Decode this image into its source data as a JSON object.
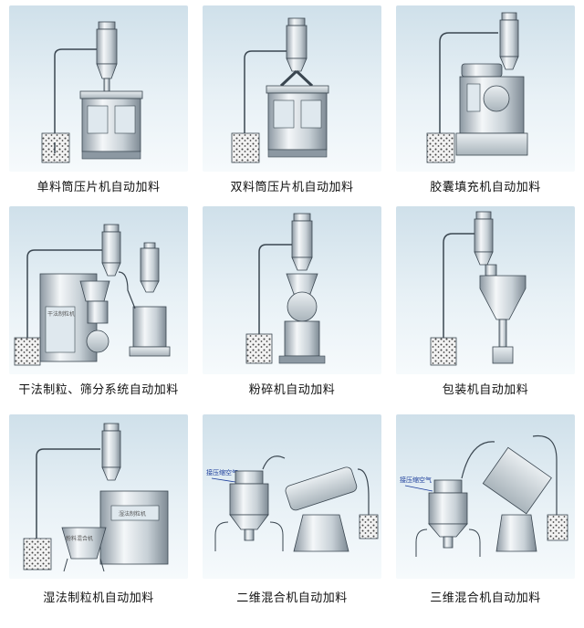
{
  "panels": [
    {
      "caption": "单料筒压片机自动加料"
    },
    {
      "caption": "双料筒压片机自动加料"
    },
    {
      "caption": "胶囊填充机自动加料"
    },
    {
      "caption": "干法制粒、筛分系统自动加料",
      "machine_label": "干法制粒机"
    },
    {
      "caption": "粉碎机自动加料"
    },
    {
      "caption": "包装机自动加料"
    },
    {
      "caption": "湿法制粒机自动加料",
      "machine_label": "湿法制粒机",
      "mixer_label": "粉料混合机"
    },
    {
      "caption": "二维混合机自动加料",
      "note": "接压缩空气"
    },
    {
      "caption": "三维混合机自动加料",
      "note": "接压缩空气"
    }
  ],
  "colors": {
    "panel_top": "#cfe0ea",
    "panel_bottom": "#f6fafc",
    "line": "#3a4650",
    "annotation": "#1a3c9a"
  }
}
